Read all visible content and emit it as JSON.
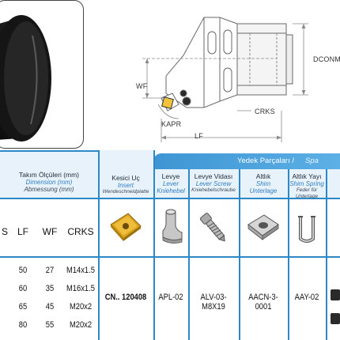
{
  "drawing": {
    "labels": {
      "dconms": "DCONMS",
      "wf": "WF",
      "crks": "CRKS",
      "kapr": "KAPR",
      "lf": "LF"
    }
  },
  "spare_parts_header": {
    "title": "Yedek Parçaları /",
    "title_sub": "Spa"
  },
  "dimensions_header": {
    "tr": "Takım Ölçüleri (mm)",
    "en": "Dimension (mm)",
    "de": "Abmessung (mm)"
  },
  "columns": {
    "insert": {
      "tr": "Kesici Uç",
      "en": "Insert",
      "de": "Wendeschneidplatte"
    },
    "lever": {
      "tr": "Levye",
      "en": "Lever",
      "de": "Kniehebel"
    },
    "lever_screw": {
      "tr": "Levye Vidası",
      "en": "Lever Screw",
      "de": "Kniehebelschraube"
    },
    "shim": {
      "tr": "Altlık",
      "en": "Shim",
      "de": "Unterlage"
    },
    "shim_spring": {
      "tr": "Altlık Yayı",
      "en": "Shim Spring",
      "de": "Feder für Unterlage"
    }
  },
  "dimension_columns": [
    "S",
    "LF",
    "WF",
    "CRKS"
  ],
  "rows": [
    {
      "lf": "50",
      "wf": "27",
      "crks": "M14x1.5"
    },
    {
      "lf": "60",
      "wf": "35",
      "crks": "M16x1.5"
    },
    {
      "lf": "65",
      "wf": "45",
      "crks": "M20x2"
    },
    {
      "lf": "80",
      "wf": "55",
      "crks": "M20x2"
    }
  ],
  "parts": {
    "insert_code": "CN.. 120408",
    "lever_code": "APL-02",
    "lever_screw_code": "ALV-03-M8X19",
    "shim_code": "AACN-3-0001",
    "shim_spring_code": "AAY-02"
  },
  "colors": {
    "accent_blue": "#2d88c7",
    "header_blue": "#4da3dc",
    "insert_gold": "#d9a21b"
  },
  "icons": [
    "tool-photo",
    "tool-drawing",
    "insert-icon",
    "lever-icon",
    "lever-screw-icon",
    "shim-icon",
    "shim-spring-icon"
  ]
}
